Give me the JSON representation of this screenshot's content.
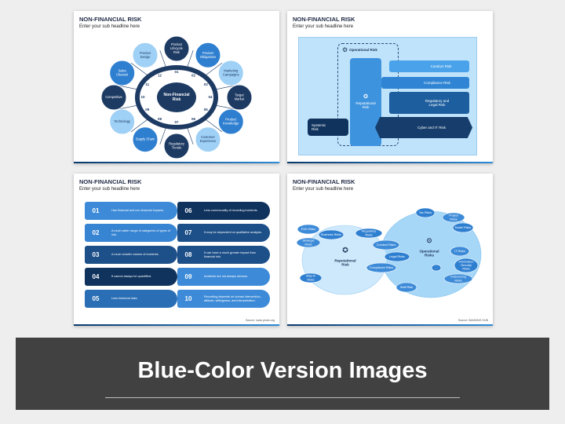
{
  "slide1": {
    "title": "NON-FINANCIAL RISK",
    "subtitle": "Enter your sub headline here",
    "center": "Non-Financial Risk",
    "items": [
      {
        "num": "01",
        "label": "Product Lifecycle Risk"
      },
      {
        "num": "02",
        "label": "Product Obligations"
      },
      {
        "num": "03",
        "label": "Marketing Campaigns"
      },
      {
        "num": "04",
        "label": "Target Market"
      },
      {
        "num": "05",
        "label": "Product Knowledge"
      },
      {
        "num": "06",
        "label": "Customer Experience"
      },
      {
        "num": "07",
        "label": "Regulatory Trends"
      },
      {
        "num": "08",
        "label": "Supply Chain"
      },
      {
        "num": "09",
        "label": "Technology"
      },
      {
        "num": "10",
        "label": "Competitive"
      },
      {
        "num": "11",
        "label": "Sales Channel"
      },
      {
        "num": "12",
        "label": "Product Design"
      }
    ],
    "colors": [
      "#1d3a63",
      "#2f7fd1",
      "#9fd0f5"
    ]
  },
  "slide2": {
    "title": "NON-FINANCIAL RISK",
    "subtitle": "Enter your sub headline here",
    "operational": "Operational Risk",
    "reputational": "Reputational Risk",
    "conduct": "Conduct Risk",
    "compliance": "Compliance Risk",
    "regulatory": "Regulatory and Legal Risk",
    "cyber": "Cyber and IT Risk",
    "systemic": "Systemic Risk"
  },
  "slide3": {
    "title": "NON-FINANCIAL RISK",
    "subtitle": "Enter your sub headline here",
    "source": "Source: www.pmdo.org",
    "left": [
      {
        "num": "01",
        "text": "Has financial and non-financial impacts."
      },
      {
        "num": "02",
        "text": "A much wider range of categories of types of risk."
      },
      {
        "num": "03",
        "text": "A much smaller volume of incidents."
      },
      {
        "num": "04",
        "text": "It cannot always be quantified."
      },
      {
        "num": "05",
        "text": "Less historical data."
      }
    ],
    "right": [
      {
        "num": "06",
        "text": "Less commonality of recording incidents."
      },
      {
        "num": "07",
        "text": "It may be dependent on qualitative analysis."
      },
      {
        "num": "08",
        "text": "It can have a much greater impact than financial risk."
      },
      {
        "num": "09",
        "text": "Incidents are not always obvious."
      },
      {
        "num": "10",
        "text": "Recording depends on human intervention, attitude, willingness, and interpretation."
      }
    ]
  },
  "slide4": {
    "title": "NON-FINANCIAL RISK",
    "subtitle": "Enter your sub headline here",
    "source": "Source: BANKING HUB",
    "reputational": "Reputational Risk",
    "operational": "Operational Risks",
    "bubbles": [
      "ESG Risks",
      "Business Risks",
      "Strategic Risks",
      "Regulatory Risks",
      "Conduct Risks",
      "Legal Risks",
      "Compliance Risks",
      "Step-in Risks",
      "Staff Risk",
      "Tax Risks",
      "Project Risks",
      "Model Risks",
      "IT Risks",
      "Information Security Risks",
      "Outsourcing Risks",
      "..."
    ]
  },
  "banner": {
    "title": "Blue-Color Version Images"
  }
}
